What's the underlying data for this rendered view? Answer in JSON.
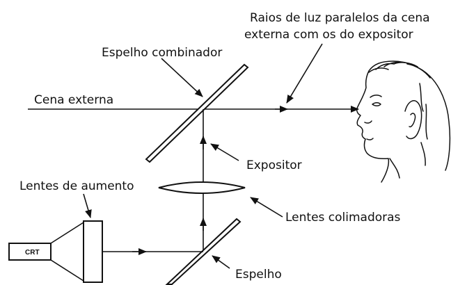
{
  "labels": {
    "parallel_rays_line1": "Raios de luz paralelos da cena",
    "parallel_rays_line2": "externa com os do expositor",
    "combiner_mirror": "Espelho combinador",
    "external_scene": "Cena externa",
    "display": "Expositor",
    "magnifying_lens": "Lentes de aumento",
    "collimating_lens": "Lentes colimadoras",
    "mirror": "Espelho",
    "crt": "CRT"
  },
  "colors": {
    "ink": "#111111",
    "background": "#ffffff"
  },
  "icons": {
    "observer": "human-head-profile-icon"
  }
}
